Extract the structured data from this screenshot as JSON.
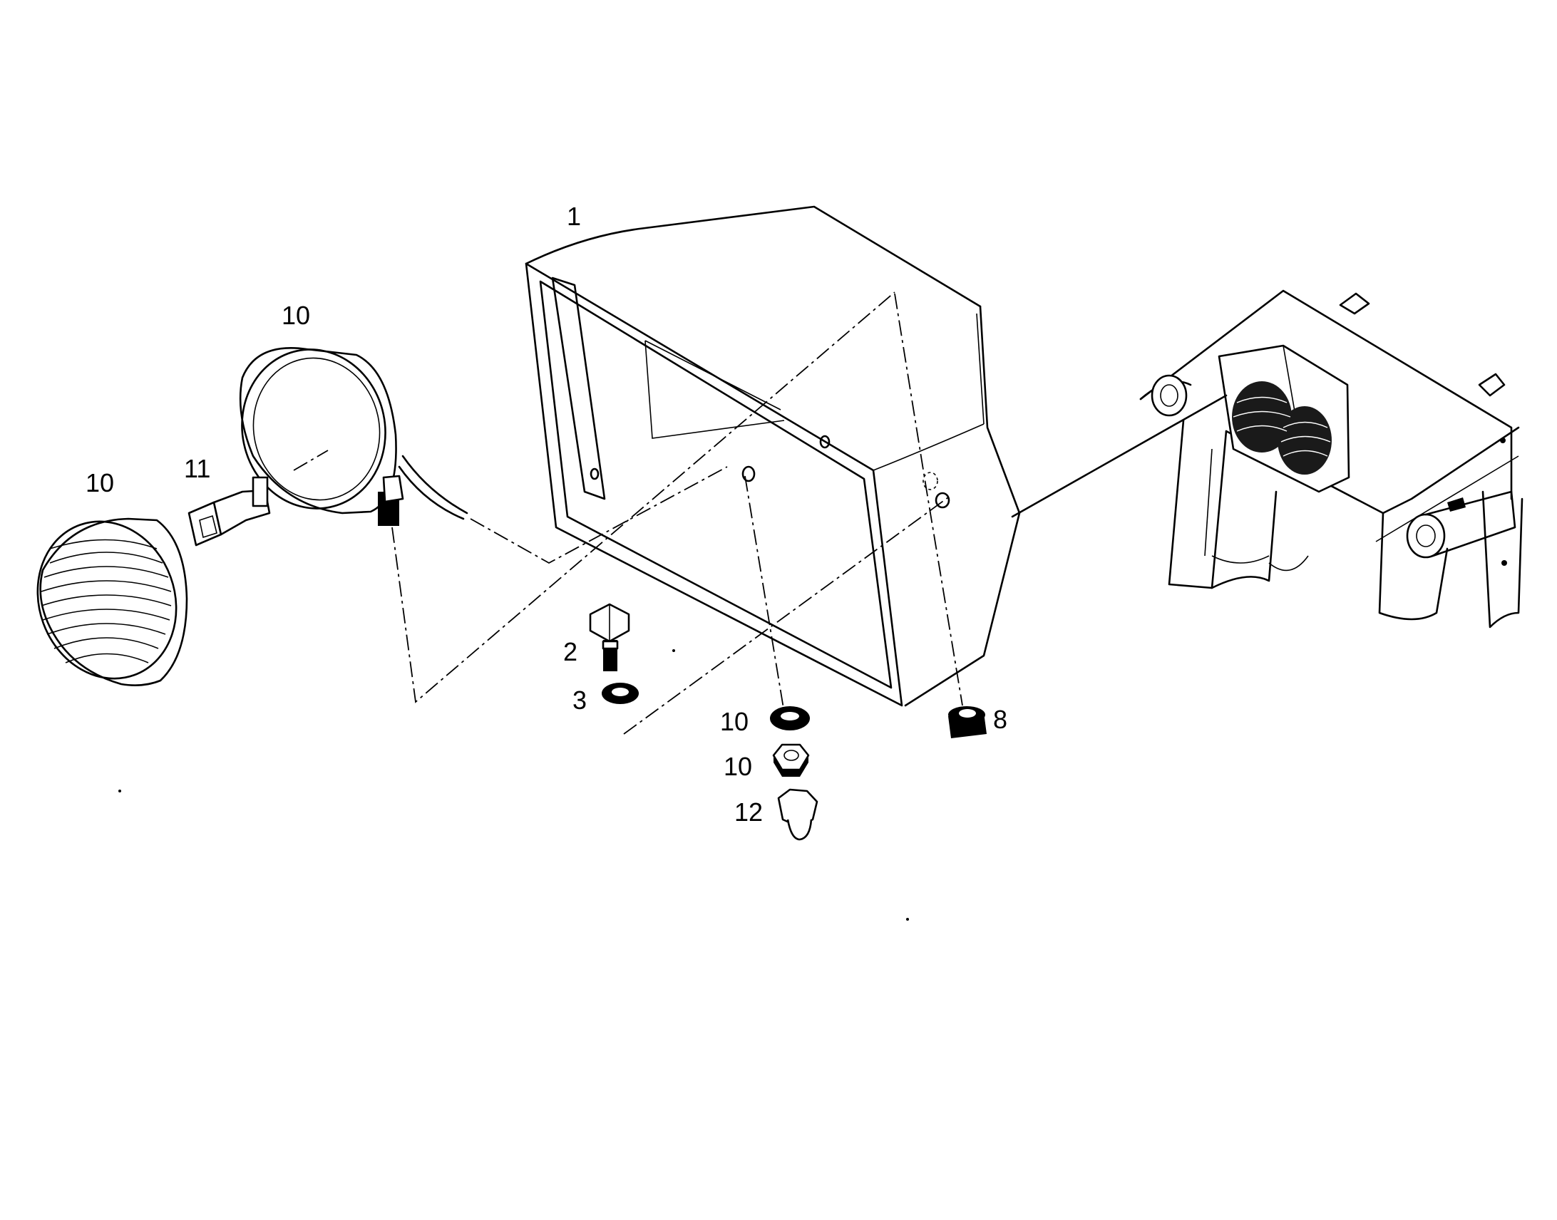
{
  "callouts": {
    "housing": "1",
    "headlamp_shell": "10",
    "headlamp_lens": "10",
    "bulb": "11",
    "bolt": "2",
    "washer": "3",
    "flat_washer": "10",
    "hex_nut": "10",
    "cap_nut": "12",
    "rubber_grommet": "8"
  }
}
